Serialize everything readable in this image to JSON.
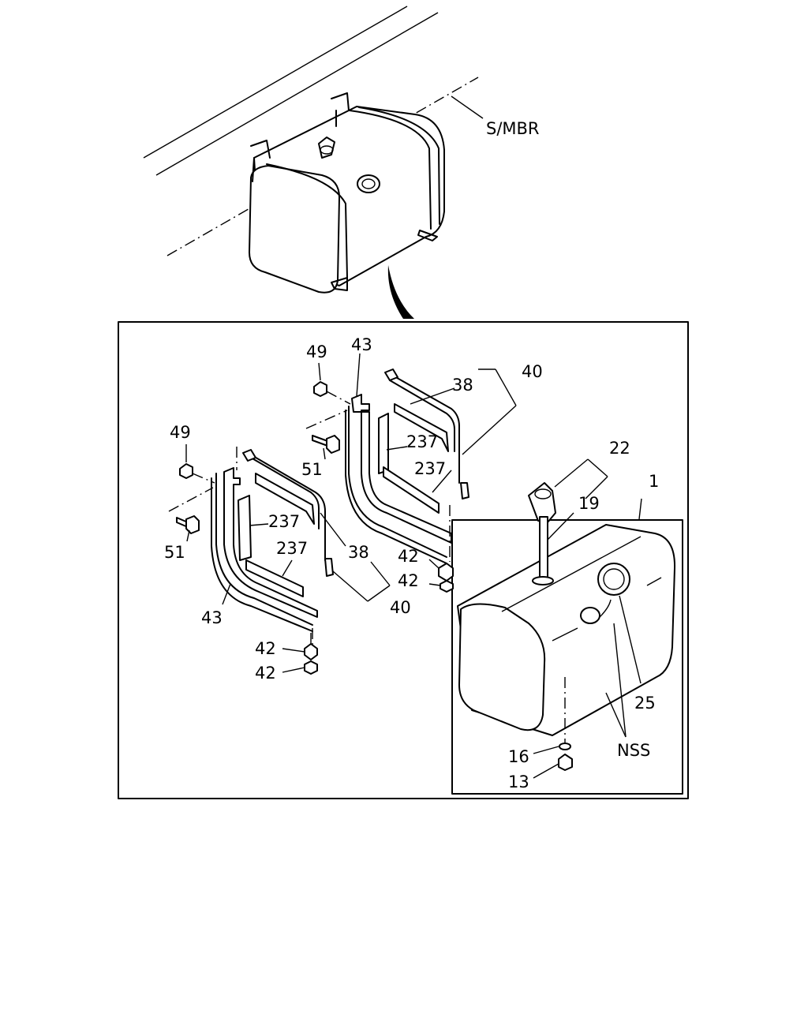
{
  "labels": {
    "smbr": "S/MBR",
    "tank": "1",
    "drain_plug": "13",
    "washer": "16",
    "gauge_unit": "19",
    "gauge_assy": "22",
    "cap": "25",
    "nss": "NSS",
    "rubber_strip_a": "38",
    "rubber_strip_b": "38",
    "band_assy_a": "40",
    "band_assy_b": "40",
    "nut_a1": "42",
    "nut_a2": "42",
    "nut_b1": "42",
    "nut_b2": "42",
    "bracket_a": "43",
    "bracket_b": "43",
    "nut_c1": "49",
    "nut_c2": "49",
    "bolt_a": "51",
    "bolt_b": "51",
    "pad_a1": "237",
    "pad_a2": "237",
    "pad_b1": "237",
    "pad_b2": "237"
  }
}
